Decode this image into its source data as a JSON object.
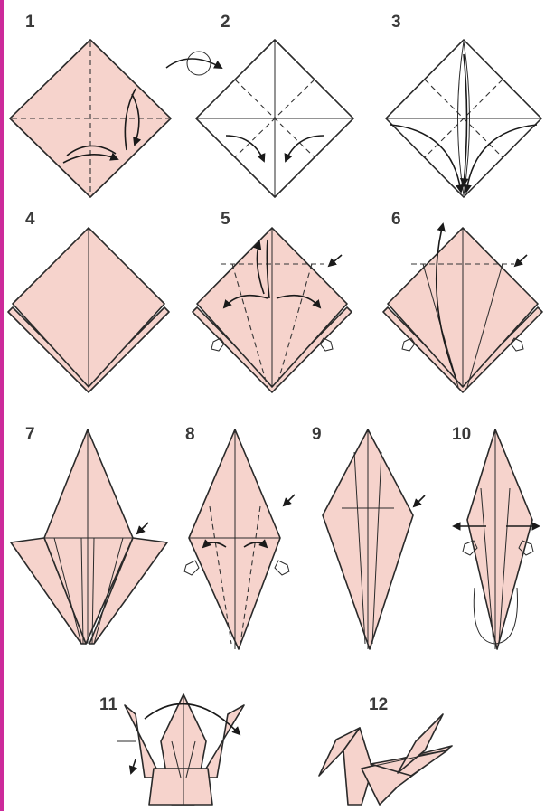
{
  "colors": {
    "paper": "#f6d3cc",
    "paper_white": "#ffffff",
    "edge_accent": "#cc2a9a",
    "line": "#2a2a2a"
  },
  "steps": [
    {
      "number": "1"
    },
    {
      "number": "2"
    },
    {
      "number": "3"
    },
    {
      "number": "4"
    },
    {
      "number": "5"
    },
    {
      "number": "6"
    },
    {
      "number": "7"
    },
    {
      "number": "8"
    },
    {
      "number": "9"
    },
    {
      "number": "10"
    },
    {
      "number": "11"
    },
    {
      "number": "12"
    }
  ]
}
